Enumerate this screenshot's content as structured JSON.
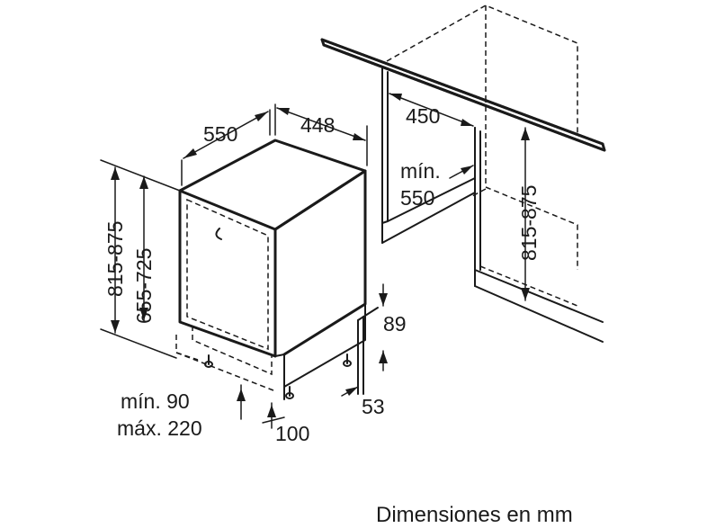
{
  "dimensions": {
    "depth": "550",
    "width": "448",
    "niche_width": "450",
    "niche_depth_min_label": "mín.",
    "niche_depth_min_value": "550",
    "niche_height_left": "815-875",
    "appliance_height": "655-725",
    "niche_height_right": "815-875",
    "plinth_height": "89",
    "plinth_depth": "53",
    "plinth_gap_min": "mín. 90",
    "plinth_gap_max": "máx. 220",
    "plinth_offset": "100"
  },
  "caption": "Dimensiones en mm",
  "colors": {
    "line": "#1a1a1a",
    "background": "#ffffff"
  }
}
